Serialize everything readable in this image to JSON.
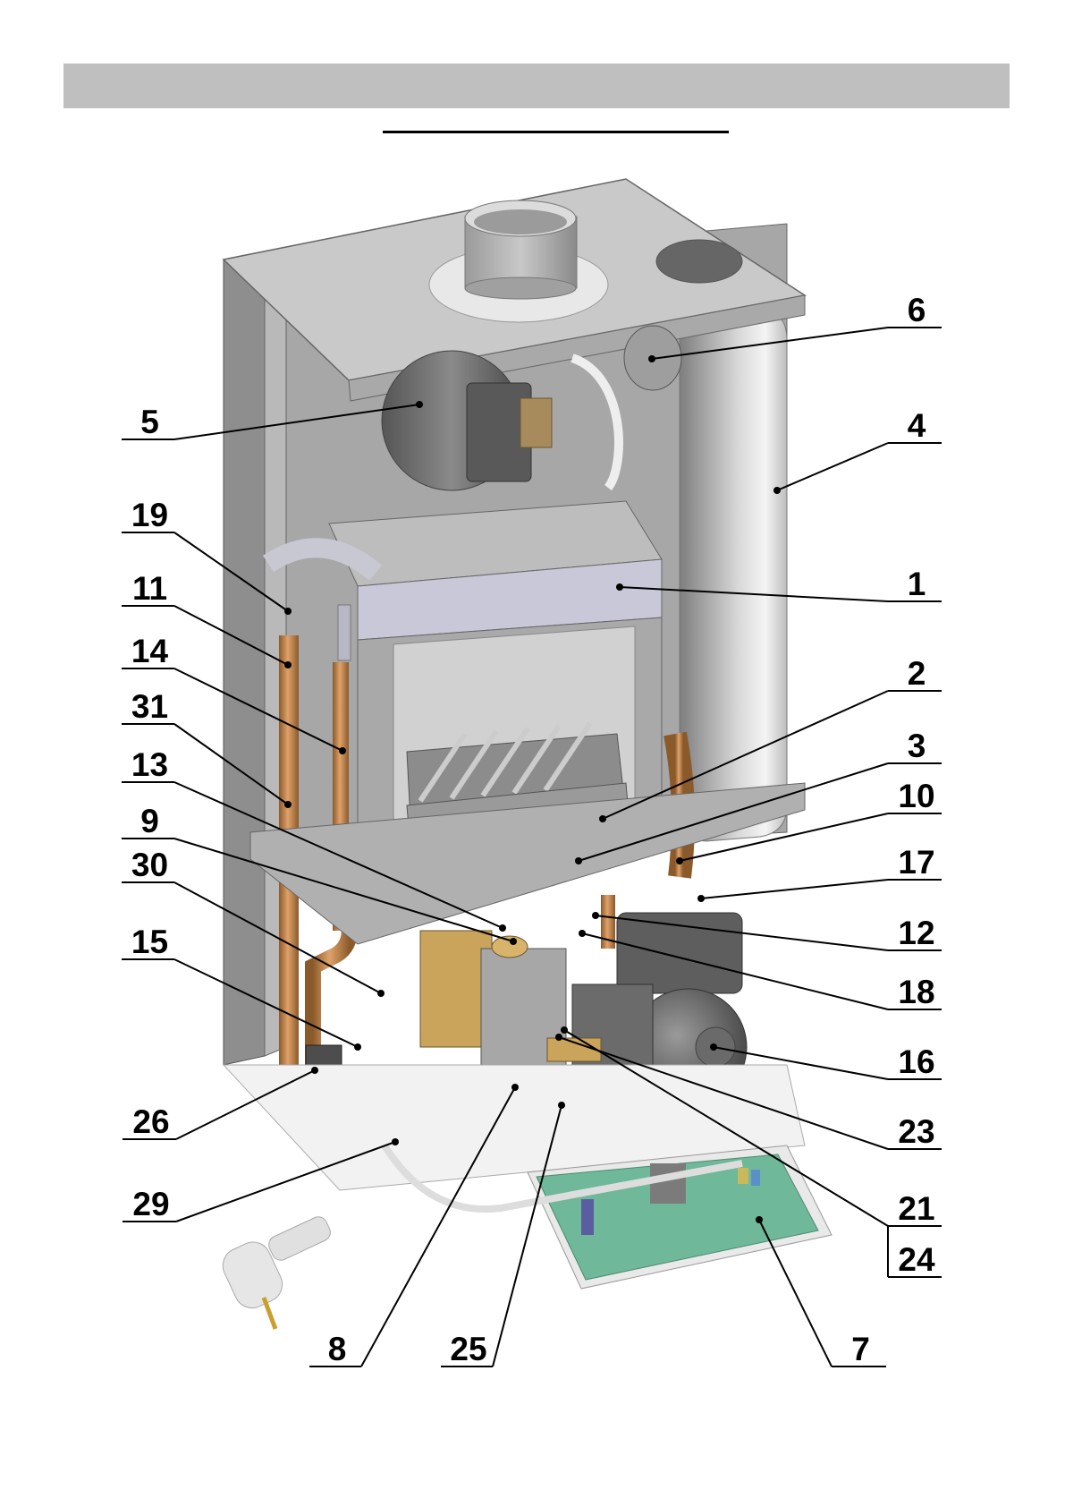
{
  "header": {
    "title": "",
    "subtitle": ""
  },
  "diagram": {
    "subject": "gas boiler internal components (exploded view)",
    "callouts": [
      {
        "id": "5",
        "side": "left"
      },
      {
        "id": "19",
        "side": "left"
      },
      {
        "id": "11",
        "side": "left"
      },
      {
        "id": "14",
        "side": "left"
      },
      {
        "id": "31",
        "side": "left"
      },
      {
        "id": "13",
        "side": "left"
      },
      {
        "id": "9",
        "side": "left"
      },
      {
        "id": "30",
        "side": "left"
      },
      {
        "id": "15",
        "side": "left"
      },
      {
        "id": "26",
        "side": "left"
      },
      {
        "id": "29",
        "side": "left"
      },
      {
        "id": "6",
        "side": "right"
      },
      {
        "id": "4",
        "side": "right"
      },
      {
        "id": "1",
        "side": "right"
      },
      {
        "id": "2",
        "side": "right"
      },
      {
        "id": "3",
        "side": "right"
      },
      {
        "id": "10",
        "side": "right"
      },
      {
        "id": "17",
        "side": "right"
      },
      {
        "id": "12",
        "side": "right"
      },
      {
        "id": "18",
        "side": "right"
      },
      {
        "id": "16",
        "side": "right"
      },
      {
        "id": "23",
        "side": "right"
      },
      {
        "id": "21",
        "side": "right"
      },
      {
        "id": "24",
        "side": "right"
      },
      {
        "id": "8",
        "side": "bottom"
      },
      {
        "id": "25",
        "side": "bottom"
      },
      {
        "id": "7",
        "side": "bottom"
      }
    ]
  }
}
